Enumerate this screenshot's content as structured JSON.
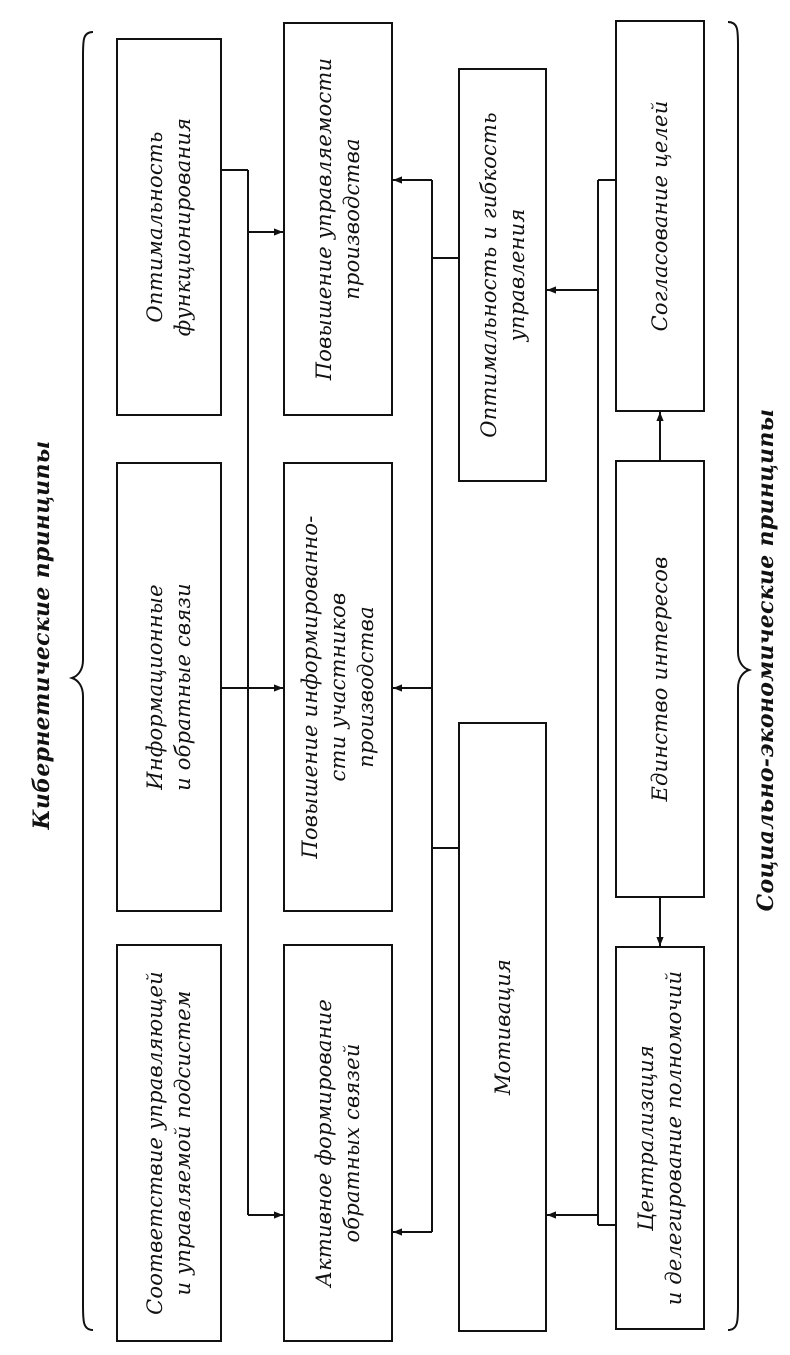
{
  "groups": {
    "cybernetic": "Кибернетические принципы",
    "socio_economic": "Социально-экономические принципы"
  },
  "boxes": {
    "correspondence": [
      "Соответствие управляющей",
      "и управляемой подсистем"
    ],
    "information_links": [
      "Информационные",
      "и обратные связи"
    ],
    "functioning_optimality": [
      "Оптимальность",
      "функционирования"
    ],
    "active_feedback": [
      "Активное формирование",
      "обратных связей"
    ],
    "awareness_increase": [
      "Повышение информированно-",
      "сти участников",
      "производства"
    ],
    "manageability_increase": [
      "Повышение управляемости",
      "производства"
    ],
    "motivation": [
      "Мотивация"
    ],
    "management_flexibility": [
      "Оптимальность и гибкость",
      "управления"
    ],
    "centralization": [
      "Централизация",
      "и делегирование полномочий"
    ],
    "unity_of_interests": [
      "Единство интересов"
    ],
    "goal_coordination": [
      "Согласование целей"
    ]
  }
}
